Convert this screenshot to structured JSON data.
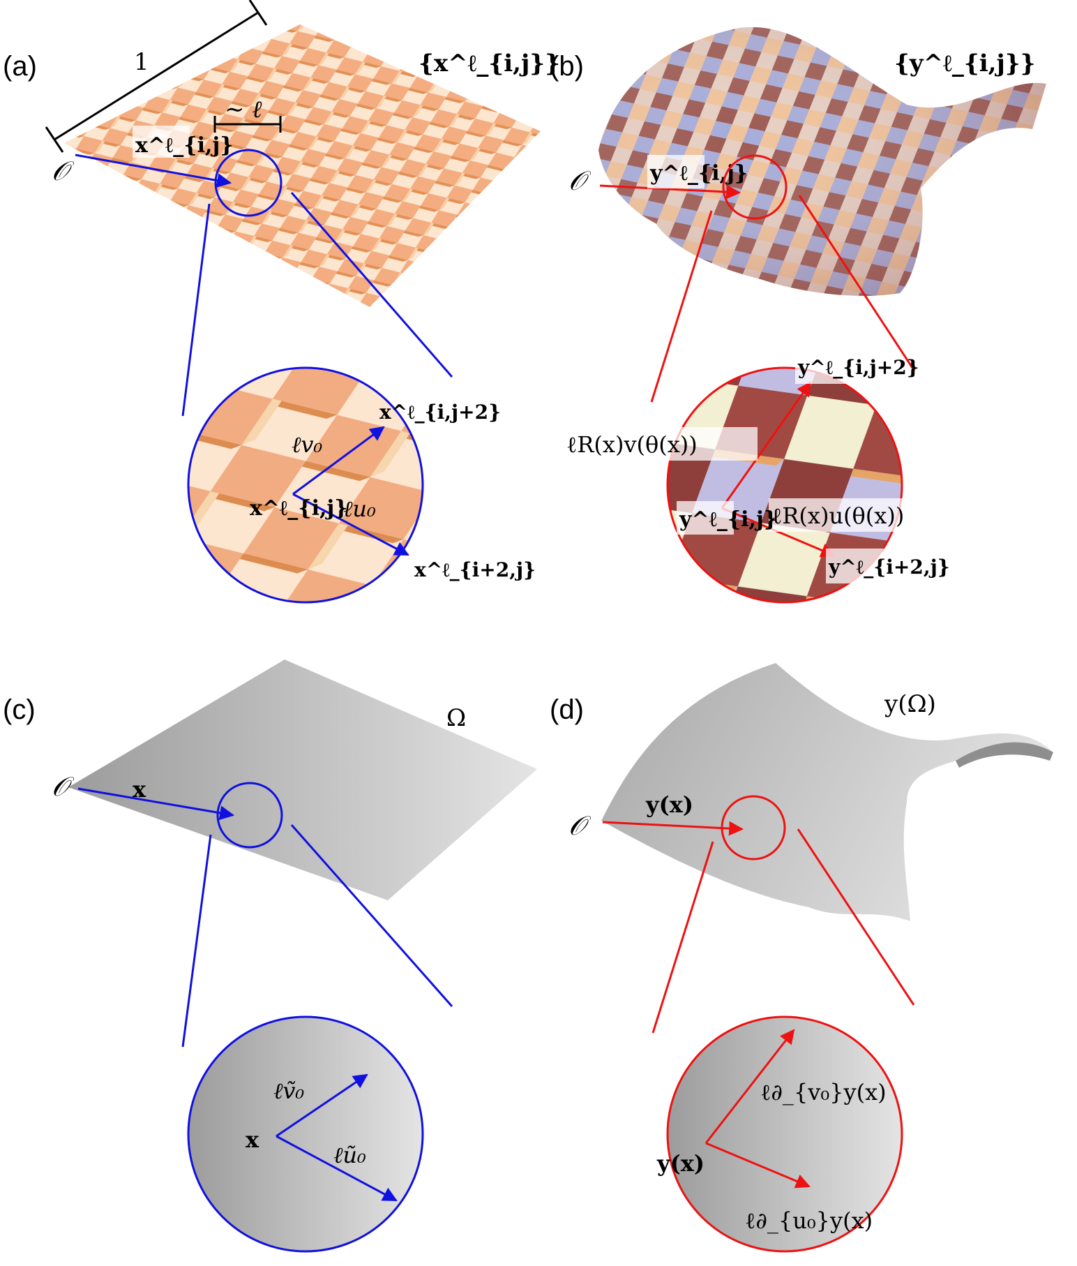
{
  "colors": {
    "blue": "#1010e0",
    "red": "#ee1111",
    "origami_light": "#fde8d4",
    "origami_mid": "#f5b183",
    "origami_dark": "#e59a62",
    "deformed_blue": "#9aa3d8",
    "deformed_brown": "#9a4a3e",
    "gray_surface": "#c6c6c6"
  },
  "panels": {
    "a": {
      "label": "(a)",
      "length_bar": "1",
      "cell_size": "∼ ℓ",
      "set_label": "{x^ℓ_{i,j}}",
      "origin": "𝒪",
      "position_label": "x^ℓ_{i,j}",
      "zoom": {
        "center": "x^ℓ_{i,j}",
        "vec_v": "ℓv₀",
        "vec_u": "ℓu₀",
        "end_v": "x^ℓ_{i,j+2}",
        "end_u": "x^ℓ_{i+2,j}"
      }
    },
    "b": {
      "label": "(b)",
      "set_label": "{y^ℓ_{i,j}}",
      "origin": "𝒪",
      "position_label": "y^ℓ_{i,j}",
      "zoom": {
        "center": "y^ℓ_{i,j}",
        "vec_v": "ℓR(x)v(θ(x))",
        "vec_u": "ℓR(x)u(θ(x))",
        "end_v": "y^ℓ_{i,j+2}",
        "end_u": "y^ℓ_{i+2,j}"
      }
    },
    "c": {
      "label": "(c)",
      "domain": "Ω",
      "origin": "𝒪",
      "position_label": "x",
      "zoom": {
        "center": "x",
        "vec_v": "ℓṽ₀",
        "vec_u": "ℓũ₀"
      }
    },
    "d": {
      "label": "(d)",
      "domain": "y(Ω)",
      "origin": "𝒪",
      "position_label": "y(x)",
      "zoom": {
        "center": "y(x)",
        "vec_v": "ℓ∂_{v₀}y(x)",
        "vec_u": "ℓ∂_{u₀}y(x)"
      }
    }
  }
}
